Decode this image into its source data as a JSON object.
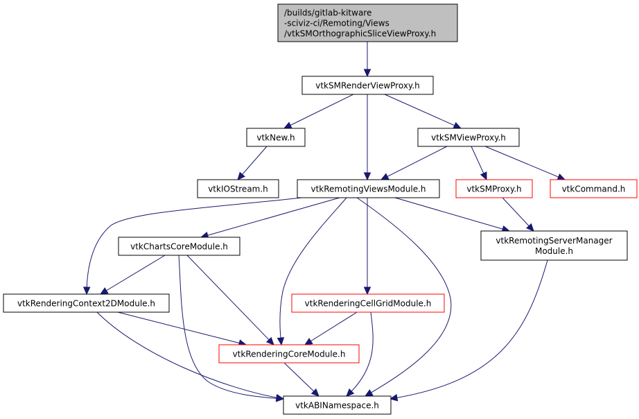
{
  "diagram": {
    "type": "include-dependency-graph",
    "colors": {
      "edge": "#191970",
      "root_fill": "#bfbfbf",
      "node_border": "#000000",
      "truncated_border": "#ff0000",
      "node_fill": "#ffffff"
    },
    "nodes": [
      {
        "id": "root",
        "lines": [
          "/builds/gitlab-kitware",
          "-sciviz-ci/Remoting/Views",
          "/vtkSMOrthographicSliceViewProxy.h"
        ],
        "style": "root"
      },
      {
        "id": "renderview",
        "lines": [
          "vtkSMRenderViewProxy.h"
        ],
        "style": "normal"
      },
      {
        "id": "new",
        "lines": [
          "vtkNew.h"
        ],
        "style": "normal"
      },
      {
        "id": "viewproxy",
        "lines": [
          "vtkSMViewProxy.h"
        ],
        "style": "normal"
      },
      {
        "id": "iostream",
        "lines": [
          "vtkIOStream.h"
        ],
        "style": "normal"
      },
      {
        "id": "remotingviews",
        "lines": [
          "vtkRemotingViewsModule.h"
        ],
        "style": "normal"
      },
      {
        "id": "smproxy",
        "lines": [
          "vtkSMProxy.h"
        ],
        "style": "truncated"
      },
      {
        "id": "command",
        "lines": [
          "vtkCommand.h"
        ],
        "style": "truncated"
      },
      {
        "id": "chartscore",
        "lines": [
          "vtkChartsCoreModule.h"
        ],
        "style": "normal"
      },
      {
        "id": "servermanager",
        "lines": [
          "vtkRemotingServerManager",
          "Module.h"
        ],
        "style": "normal"
      },
      {
        "id": "context2d",
        "lines": [
          "vtkRenderingContext2DModule.h"
        ],
        "style": "normal"
      },
      {
        "id": "cellgrid",
        "lines": [
          "vtkRenderingCellGridModule.h"
        ],
        "style": "truncated"
      },
      {
        "id": "renderingcore",
        "lines": [
          "vtkRenderingCoreModule.h"
        ],
        "style": "truncated"
      },
      {
        "id": "abinamespace",
        "lines": [
          "vtkABINamespace.h"
        ],
        "style": "normal"
      }
    ],
    "edges": [
      {
        "from": "root",
        "to": "renderview"
      },
      {
        "from": "renderview",
        "to": "new"
      },
      {
        "from": "renderview",
        "to": "remotingviews"
      },
      {
        "from": "renderview",
        "to": "viewproxy"
      },
      {
        "from": "new",
        "to": "iostream"
      },
      {
        "from": "viewproxy",
        "to": "remotingviews"
      },
      {
        "from": "viewproxy",
        "to": "smproxy"
      },
      {
        "from": "viewproxy",
        "to": "command"
      },
      {
        "from": "remotingviews",
        "to": "context2d"
      },
      {
        "from": "remotingviews",
        "to": "chartscore"
      },
      {
        "from": "remotingviews",
        "to": "renderingcore"
      },
      {
        "from": "remotingviews",
        "to": "cellgrid"
      },
      {
        "from": "remotingviews",
        "to": "abinamespace"
      },
      {
        "from": "remotingviews",
        "to": "servermanager"
      },
      {
        "from": "smproxy",
        "to": "servermanager"
      },
      {
        "from": "chartscore",
        "to": "context2d"
      },
      {
        "from": "chartscore",
        "to": "abinamespace"
      },
      {
        "from": "chartscore",
        "to": "renderingcore"
      },
      {
        "from": "context2d",
        "to": "renderingcore"
      },
      {
        "from": "context2d",
        "to": "abinamespace"
      },
      {
        "from": "cellgrid",
        "to": "renderingcore"
      },
      {
        "from": "cellgrid",
        "to": "abinamespace"
      },
      {
        "from": "renderingcore",
        "to": "abinamespace"
      },
      {
        "from": "servermanager",
        "to": "abinamespace"
      }
    ]
  }
}
